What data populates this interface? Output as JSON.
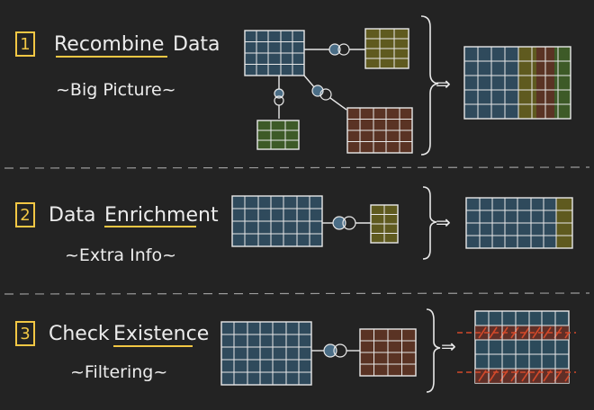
{
  "sections": [
    {
      "number": "1",
      "title_underlined": "Recombine",
      "title_rest": "Data",
      "subtitle": "~Big Picture~",
      "arrow": "⇒"
    },
    {
      "number": "2",
      "title_plain": "Data",
      "title_underlined": "Enrichment",
      "subtitle": "~Extra Info~",
      "arrow": "⇒"
    },
    {
      "number": "3",
      "title_plain": "Check",
      "title_underlined": "Existence",
      "subtitle": "~Filtering~",
      "arrow": "⇒"
    }
  ],
  "colors": {
    "background": "#232323",
    "chalk": "#ececec",
    "number_box": "#f2c744",
    "underline": "#f2c744",
    "table_blue": "#2f4a5c",
    "table_olive": "#5f5a1f",
    "table_brown": "#5a3324",
    "table_green": "#3d5a27",
    "table_red_result": "#6a2a1e",
    "table_teal_result": "#2c5a4a",
    "hatch_red": "#d2492a",
    "join_icon_blue": "#4a6d86"
  },
  "icons": [
    "join-icon",
    "right-brace",
    "double-arrow-icon"
  ]
}
